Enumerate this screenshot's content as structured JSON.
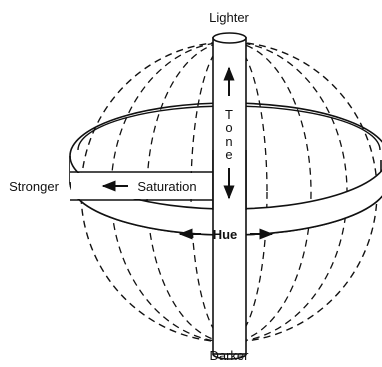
{
  "diagram": {
    "labels": {
      "top": "Lighter",
      "bottom": "Darker",
      "left": "Stronger",
      "saturation": "Saturation",
      "hue": "Hue",
      "tone": [
        "T",
        "o",
        "n",
        "e"
      ]
    },
    "colors": {
      "ink": "#111111",
      "background": "#ffffff"
    }
  }
}
